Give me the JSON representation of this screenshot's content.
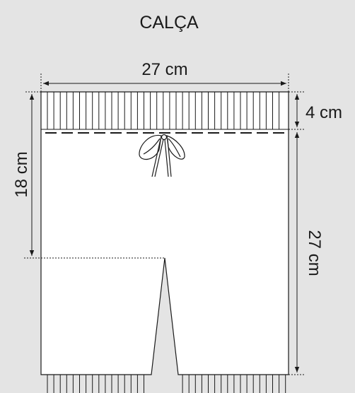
{
  "title": "CALÇA",
  "dimensions": {
    "top_width": "27 cm",
    "waistband_height": "4 cm",
    "body_height": "27 cm",
    "crotch_depth": "18 cm"
  },
  "colors": {
    "background": "#e4e4e4",
    "line": "#1a1a1a",
    "fabric": "#ffffff"
  }
}
